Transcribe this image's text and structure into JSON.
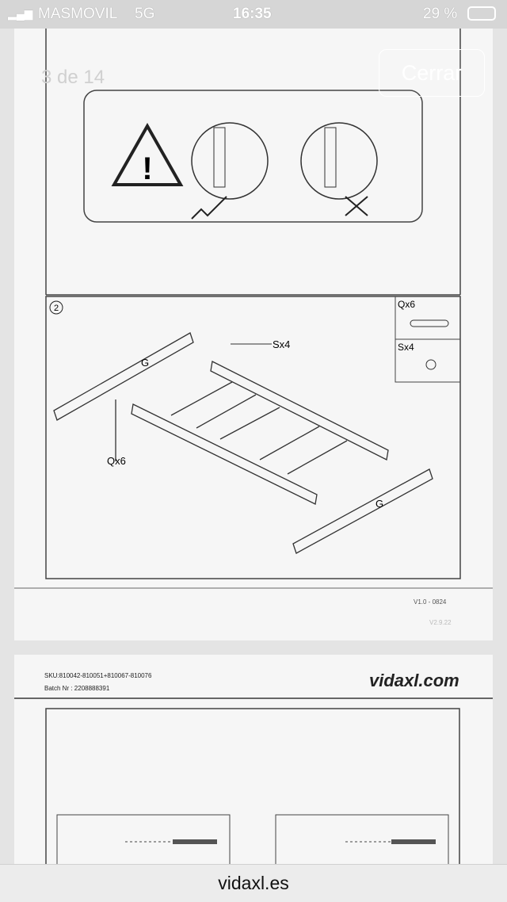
{
  "status_bar": {
    "carrier": "MASMOVIL",
    "network": "5G",
    "time": "16:35",
    "battery": "29 %"
  },
  "viewer": {
    "page_counter": "3 de 14",
    "close_label": "Cerrar",
    "url": "vidaxl.es"
  },
  "page1": {
    "step_number": "2",
    "parts": [
      {
        "label": "Qx6"
      },
      {
        "label": "Sx4"
      }
    ],
    "callouts": {
      "s": "Sx4",
      "q": "Qx6",
      "g": "G"
    },
    "version": "V1.0 -  0824",
    "version2": "V2.9.22"
  },
  "page2": {
    "sku": "SKU:810042-810051+810067-810076",
    "batch": "Batch Nr : 2208888391",
    "logo": "vidaxl.com"
  }
}
